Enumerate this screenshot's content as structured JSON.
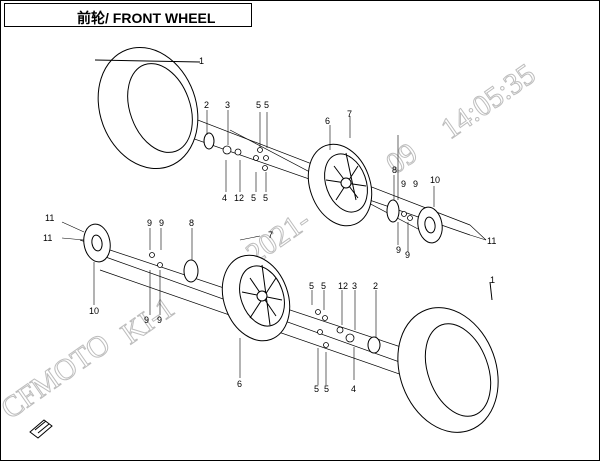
{
  "title": "前轮/ FRONT WHEEL",
  "watermark": {
    "brand": "CFMOTO",
    "code": "KI-1",
    "date": "2021-",
    "time": "14:05:35",
    "day": "09"
  },
  "callouts": {
    "c1a": "1",
    "c1b": "1",
    "c2a": "2",
    "c2b": "2",
    "c3a": "3",
    "c3b": "3",
    "c4a": "4",
    "c4b": "4",
    "c5a": "5",
    "c5b": "5",
    "c5c": "5",
    "c5d": "5",
    "c5e": "5",
    "c5f": "5",
    "c5g": "5",
    "c5h": "5",
    "c6a": "6",
    "c6b": "6",
    "c7a": "7",
    "c7b": "7",
    "c8a": "8",
    "c8b": "8",
    "c9a": "9",
    "c9b": "9",
    "c9c": "9",
    "c9d": "9",
    "c9e": "9",
    "c9f": "9",
    "c9g": "9",
    "c9h": "9",
    "c10a": "10",
    "c10b": "10",
    "c11a": "11",
    "c11b": "11",
    "c11c": "11",
    "c12a": "12",
    "c12b": "12"
  },
  "colors": {
    "line": "#000000",
    "watermark": "#bdbdbd"
  },
  "icons": {
    "page-corner": "arrow-page-icon"
  }
}
